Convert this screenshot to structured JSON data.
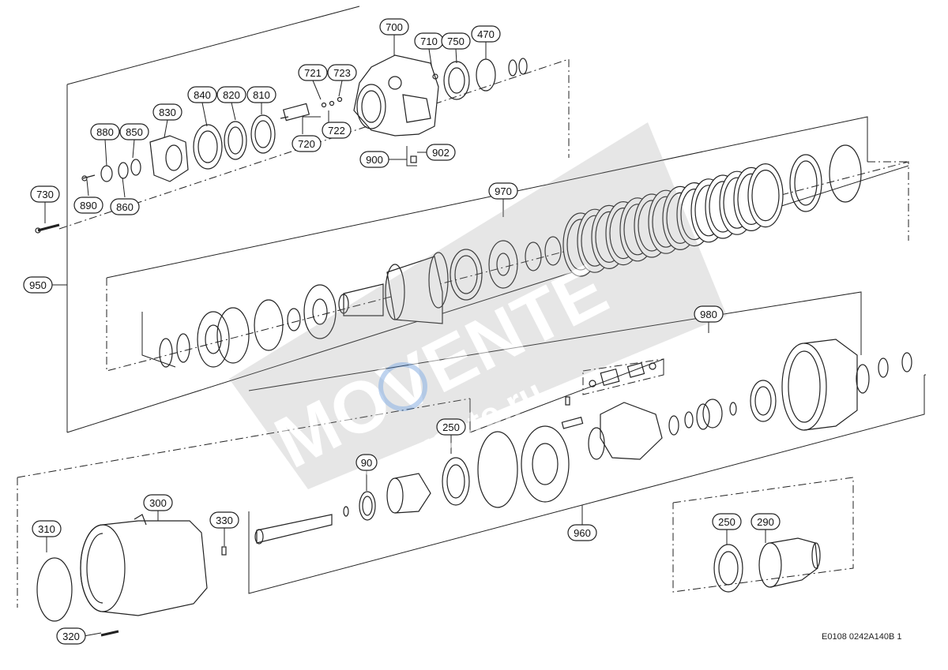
{
  "callouts": {
    "c700": "700",
    "c710": "710",
    "c750": "750",
    "c470": "470",
    "c721": "721",
    "c723": "723",
    "c722": "722",
    "c720": "720",
    "c840": "840",
    "c820": "820",
    "c810": "810",
    "c830": "830",
    "c880": "880",
    "c850": "850",
    "c890": "890",
    "c860": "860",
    "c730": "730",
    "c900": "900",
    "c902": "902",
    "c970": "970",
    "c950": "950",
    "c980": "980",
    "c250a": "250",
    "c90": "90",
    "c300": "300",
    "c330": "330",
    "c310": "310",
    "c320": "320",
    "c960": "960",
    "c250b": "250",
    "c290": "290"
  },
  "watermark": {
    "logo": "MOVENTE",
    "site": "movente.ru"
  },
  "drawing_code": "E0108 0242A140B 1",
  "colors": {
    "line": "#222222",
    "watermark": "#8a8a8a",
    "watermark_blue": "#3b7bd1"
  }
}
